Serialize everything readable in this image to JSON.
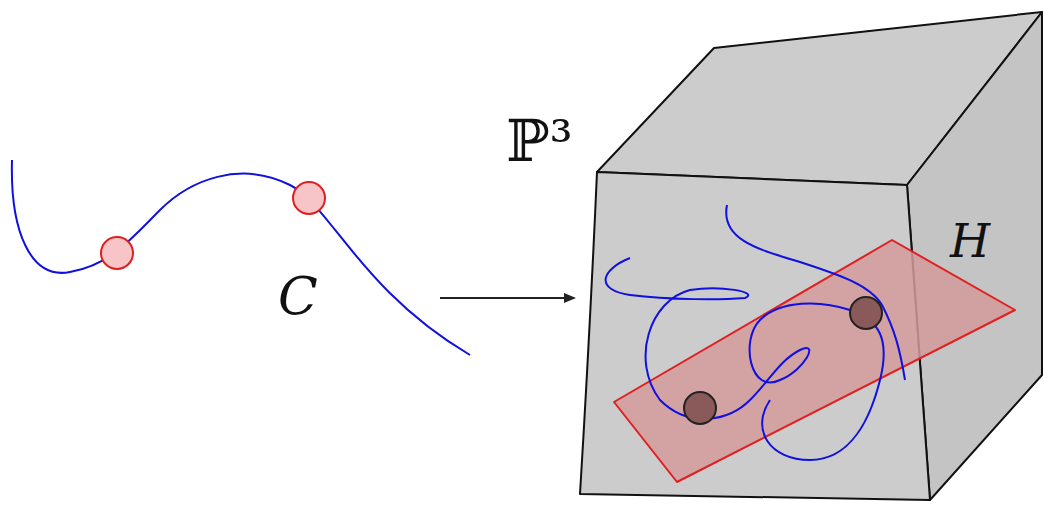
{
  "diagram": {
    "labels": [
      "ℙ³",
      "C",
      "H"
    ]
  }
}
